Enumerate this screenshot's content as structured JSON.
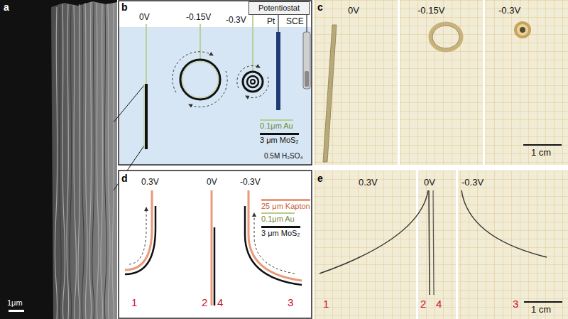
{
  "diagram": {
    "nodes": [
      {
        "text": [
          "Potentiostat"
        ]
      }
    ],
    "edges": [],
    "labels": [
      "a",
      "1μm",
      "b",
      "0V",
      "-0.15V",
      "-0.3V",
      "Pt",
      "SCE",
      "0.5M H₂SO₄",
      "c",
      "0V",
      "-0.15V",
      "-0.3V",
      "1 cm",
      "d",
      "0.3V",
      "0V",
      "-0.3V",
      "1",
      "2",
      "4",
      "3",
      "e",
      "0.3V",
      "0V",
      "-0.3V",
      "1",
      "2",
      "4",
      "3",
      "1 cm"
    ],
    "legend": [
      {
        "text": "0.1μm Au"
      },
      {
        "text": "3 μm MoS₂"
      },
      {
        "text": "25 μm Kapton"
      },
      {
        "text": "0.1μm Au"
      },
      {
        "text": "3 μm MoS₂"
      }
    ]
  }
}
